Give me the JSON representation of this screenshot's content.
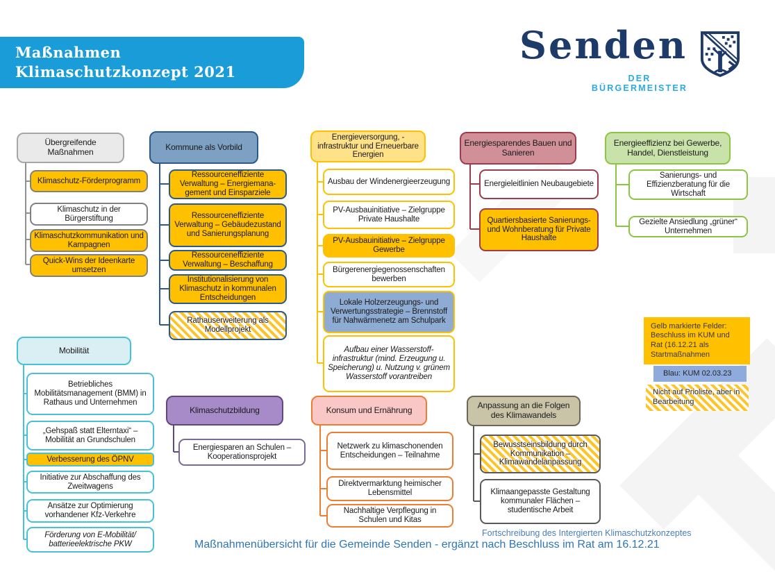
{
  "banner": {
    "title": "Maßnahmen Klimaschutzkonzept 2021",
    "color": "#199CD8"
  },
  "logo": {
    "wordmark": "Senden",
    "subtitle": "DER BÜRGERMEISTER",
    "navy": "#1E3A68",
    "light_blue": "#29ABE2"
  },
  "palette": {
    "yellow_status": "#FFC000",
    "blue_status": "#8EACD3",
    "footer_blue": "#2E75B6"
  },
  "columns": [
    {
      "header": "Übergreifende Maßnahmen",
      "items": [
        {
          "label": "Klimaschutz-Förderprogramm",
          "style": "yellow"
        },
        {
          "label": "Klimaschutz in der Bürgerstiftung",
          "style": "white"
        },
        {
          "label": "Klimaschutzkommunikation und Kampagnen",
          "style": "yellow"
        },
        {
          "label": "Quick-Wins der Ideenkarte umsetzen",
          "style": "yellow"
        }
      ]
    },
    {
      "header": "Kommune als Vorbild",
      "items": [
        {
          "label": "Ressourceneffiziente Verwaltung – Energiemana­gement und Einsparziele",
          "style": "yellow"
        },
        {
          "label": "Ressourceneffiziente Verwaltung – Gebäudezustand und Sanierungsplanung",
          "style": "yellow"
        },
        {
          "label": "Ressourceneffiziente Verwaltung – Beschaffung",
          "style": "yellow"
        },
        {
          "label": "Institutionalisierung von Klimaschutz in kommunalen Entscheidungen",
          "style": "yellow"
        },
        {
          "label": "Rathauserweiterung als Modellprojekt",
          "style": "hatched"
        }
      ]
    },
    {
      "header": "Energieversorgung, -infrastruktur und Erneuerbare Energien",
      "items": [
        {
          "label": "Ausbau der Windenergieerzeugung",
          "style": "white"
        },
        {
          "label": "PV-Ausbauinitiative – Zielgruppe Private Haushalte",
          "style": "white"
        },
        {
          "label": "PV-Ausbauinitiative – Zielgruppe Gewerbe",
          "style": "yellow"
        },
        {
          "label": "Bürgerenergiegenossen­schaften bewerben",
          "style": "white"
        },
        {
          "label": "Lokale Holzerzeugungs- und Verwertungsstrategie – Brennstoff für Nahwär­menetz am Schulpark",
          "style": "blue"
        },
        {
          "label": "Aufbau einer Wasserstoff­infrastruktur (mind. Erzeu­gung u. Speicherung) u. Nutzung v. grünem Wasser­stoff vorantreiben",
          "style": "white-italic"
        }
      ]
    },
    {
      "header": "Energiesparendes Bauen und Sanieren",
      "items": [
        {
          "label": "Energieleitlinien Neubaugebiete",
          "style": "white"
        },
        {
          "label": "Quartiersbasierte Sanierungs- und Wohnberatung für Private Haushalte",
          "style": "yellow"
        }
      ]
    },
    {
      "header": "Energieeffizienz bei Gewerbe, Handel, Dienstleistung",
      "items": [
        {
          "label": "Sanierungs- und Effizienzberatung für die Wirtschaft",
          "style": "white"
        },
        {
          "label": "Gezielte Ansiedlung „grüner“ Unternehmen",
          "style": "white"
        }
      ]
    },
    {
      "header": "Mobilität",
      "items": [
        {
          "label": "Betriebliches Mobilitätsmanagement (BMM) in Rathaus und Unternehmen",
          "style": "white"
        },
        {
          "label": "„Gehspaß statt Elterntaxi“ – Mobilität an Grundschulen",
          "style": "white"
        },
        {
          "label": "Verbesserung des ÖPNV",
          "style": "yellow"
        },
        {
          "label": "Initiative zur Abschaffung des Zweitwagens",
          "style": "white"
        },
        {
          "label": "Ansätze zur Optimierung vorhandener Kfz-Verkehre",
          "style": "white"
        },
        {
          "label": "Förderung von E-Mobilität/ batterieelektrische PKW",
          "style": "white-italic"
        }
      ]
    },
    {
      "header": "Klimaschutzbildung",
      "items": [
        {
          "label": "Energiesparen an Schulen – Kooperationsprojekt",
          "style": "white"
        }
      ]
    },
    {
      "header": "Konsum und Ernährung",
      "items": [
        {
          "label": "Netzwerk zu klimaschonenden Entscheidungen – Teilnahme",
          "style": "white"
        },
        {
          "label": "Direktvermarktung heimischer Lebensmittel",
          "style": "white"
        },
        {
          "label": "Nachhaltige Verpflegung in Schulen und Kitas",
          "style": "white"
        }
      ]
    },
    {
      "header": "Anpassung an die Folgen des Klimawandels",
      "items": [
        {
          "label": "Bewusstseinsbildung durch Kommunikation – Klimawandelanpassung",
          "style": "hatched"
        },
        {
          "label": "Klimaangepasste Gestaltung kommunaler Flächen – studentische Arbeit",
          "style": "white"
        }
      ]
    }
  ],
  "legend": {
    "yellow_note": "Gelb markierte Felder: Beschluss im KUM und Rat (16.12.21 als Startmaßnahmen",
    "blue_note": "Blau: KUM 02.03.23",
    "hatch_note": "Nicht auf Prioliste, aber in Bearbeitung"
  },
  "footer": {
    "source_note": "Fortschreibung des Intergierten Klimaschutzkonzeptes",
    "caption": "Maßnahmenübersicht für die Gemeinde Senden  - ergänzt nach Beschluss im Rat am 16.12.21"
  }
}
